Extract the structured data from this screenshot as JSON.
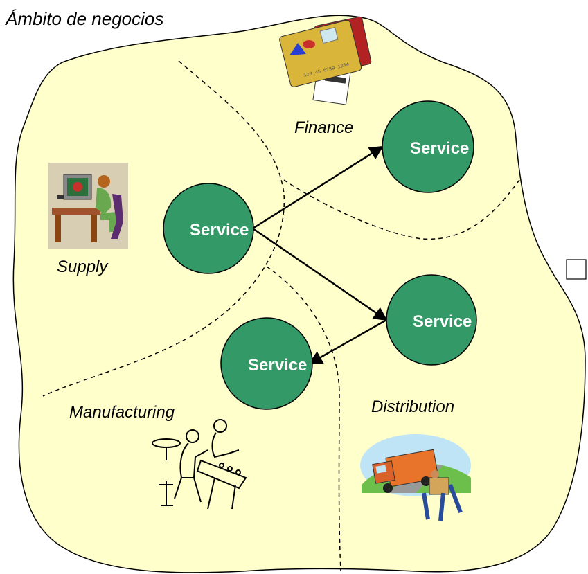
{
  "diagram": {
    "title": "Ámbito de negocios",
    "domains": {
      "finance": "Finance",
      "supply": "Supply",
      "manufacturing": "Manufacturing",
      "distribution": "Distribution"
    },
    "services": {
      "finance": "Service",
      "supply": "Service",
      "distribution": "Service",
      "manufacturing": "Service"
    },
    "clipart": {
      "finance": "credit-cards-icon",
      "supply": "computer-worker-icon",
      "manufacturing": "factory-workers-icon",
      "distribution": "delivery-truck-icon"
    },
    "arrows": [
      {
        "from": "supply",
        "to": "finance"
      },
      {
        "from": "supply",
        "to": "distribution"
      },
      {
        "from": "distribution",
        "to": "manufacturing"
      }
    ],
    "colors": {
      "region_fill": "#FFFFCC",
      "service_fill": "#339966",
      "outline": "#000000"
    }
  }
}
